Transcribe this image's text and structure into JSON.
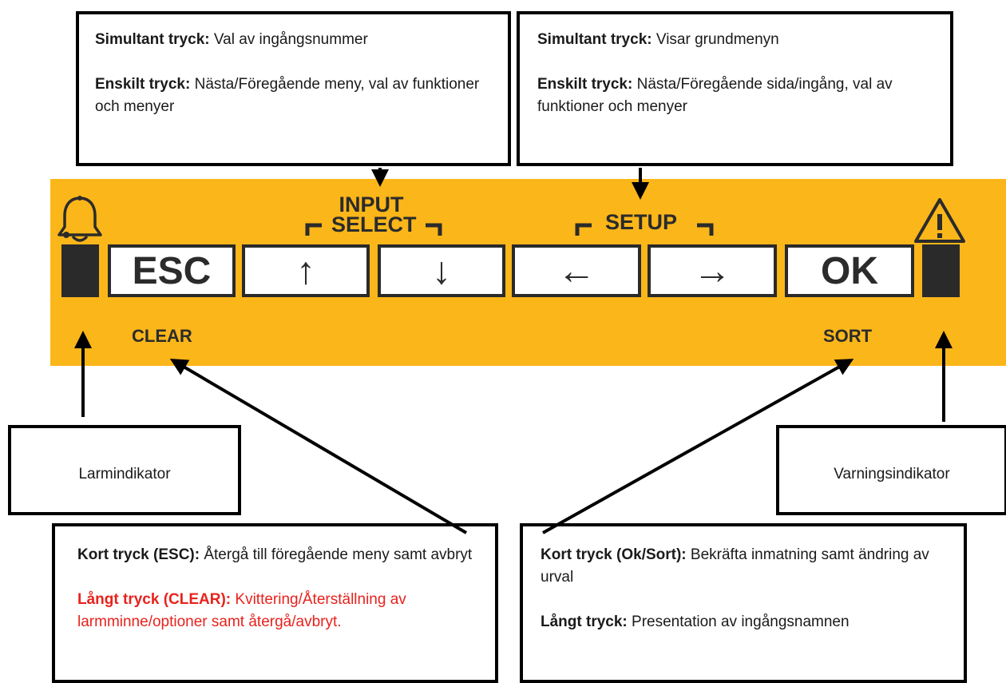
{
  "top_left": {
    "line1_bold": "Simultant tryck:",
    "line1_text": " Val av ingångsnummer",
    "line2_bold": "Enskilt tryck:",
    "line2_text": " Nästa/Föregående meny, val av funktioner och menyer"
  },
  "top_right": {
    "line1_bold": "Simultant tryck:",
    "line1_text": " Visar grundmenyn",
    "line2_bold": "Enskilt tryck:",
    "line2_text": " Nästa/Föregående sida/ingång, val av funktioner och menyer"
  },
  "panel": {
    "background": "#fbb61a",
    "group_input_line1": "INPUT",
    "group_input_line2": "SELECT",
    "group_setup": "SETUP",
    "keys": [
      {
        "label": "ESC"
      },
      {
        "label": "↑"
      },
      {
        "label": "↓"
      },
      {
        "label": "←"
      },
      {
        "label": "→"
      },
      {
        "label": "OK"
      }
    ],
    "clear_label": "CLEAR",
    "sort_label": "SORT",
    "alarm_icon": "bell-icon",
    "warning_icon": "warning-triangle-icon"
  },
  "alarm_box": {
    "label": "Larmindikator"
  },
  "warning_box": {
    "label": "Varningsindikator"
  },
  "bottom_left": {
    "line1_bold": "Kort tryck (ESC):",
    "line1_text": " Återgå till föregående meny samt avbryt",
    "line2_bold": "Långt tryck (CLEAR):",
    "line2_text": " Kvittering/Återställning av larmminne/optioner samt återgå/avbryt.",
    "highlight_color": "#e8221c"
  },
  "bottom_right": {
    "line1_bold": "Kort tryck (Ok/Sort):",
    "line1_text": " Bekräfta inmatning samt ändring av urval",
    "line2_bold": "Långt tryck:",
    "line2_text": " Presentation av ingångsnamnen"
  }
}
